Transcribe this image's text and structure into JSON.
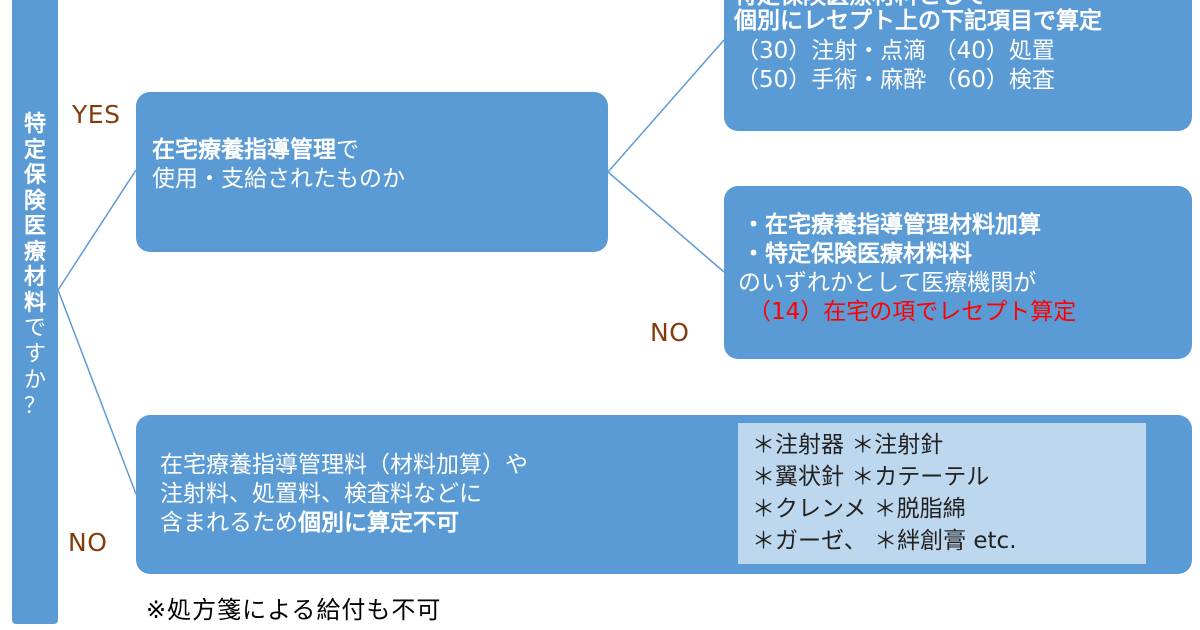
{
  "question": {
    "bold_chars": [
      "特",
      "定",
      "保",
      "険",
      "医",
      "療",
      "材",
      "料"
    ],
    "normal_chars": [
      "で",
      "す",
      "か",
      "？"
    ]
  },
  "labels": {
    "yes": "YES",
    "no_upper": "NO",
    "no_lower": "NO"
  },
  "home_care_box": {
    "line1_bold": "在宅療養指導管理",
    "line1_rest": "で",
    "line2": "使用・支給されたものか"
  },
  "top_right_box": {
    "clipped_line": "特定保険医療材料として",
    "line2": "個別にレセプト上の下記項目で算定",
    "line3": "（30）注射・点滴 （40）処置",
    "line4": "（50）手術・麻酔 （60）検査"
  },
  "mid_right_box": {
    "line1": "・在宅療養指導管理材料加算",
    "line2": "・特定保険医療材料料",
    "line3": "のいずれかとして医療機関が",
    "line4": "（14）在宅の項でレセプト算定"
  },
  "bottom_box": {
    "line1": "在宅療養指導管理料（材料加算）や",
    "line2": "注射料、処置料、検査料などに",
    "line3_normal": "含まれるため",
    "line3_bold": "個別に算定不可"
  },
  "examples": [
    "＊注射器 ＊注射針",
    "＊翼状針 ＊カテーテル",
    "＊クレンメ ＊脱脂綿",
    "＊ガーゼ、 ＊絆創膏 etc."
  ],
  "footnote": "※処方箋による給付も不可",
  "colors": {
    "box_fill": "#5b9bd5",
    "connector": "#5b9bd5",
    "yes_no_label": "#843c0c",
    "highlight": "#ff0000",
    "examples_fill": "#bdd7ee"
  }
}
